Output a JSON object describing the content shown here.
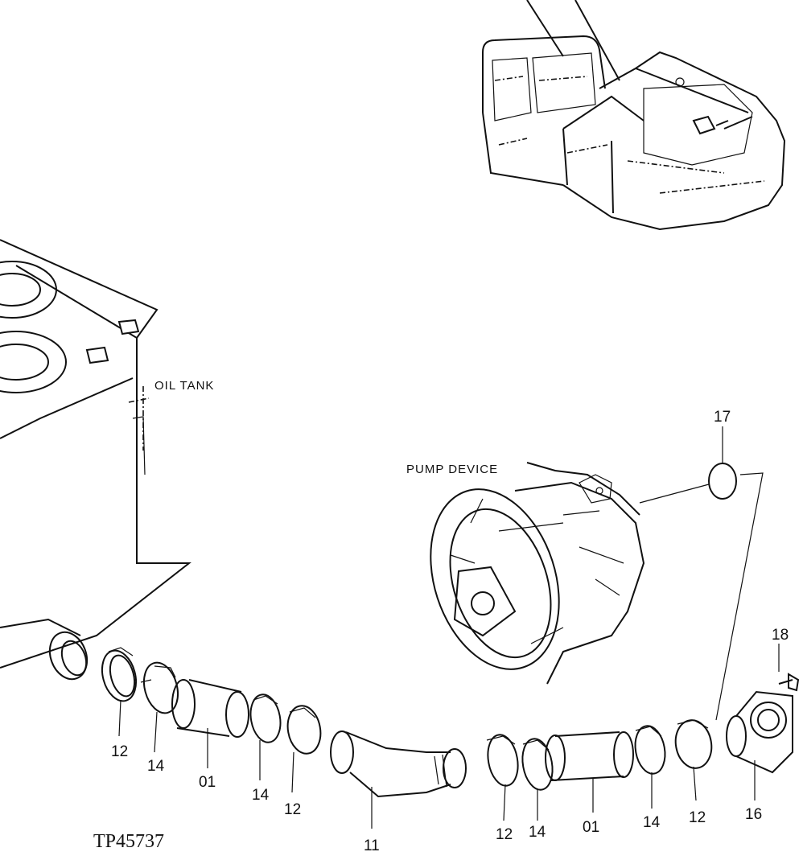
{
  "diagram": {
    "reference_code": "TP45737",
    "captions": {
      "oil_tank": "OIL TANK",
      "pump_device": "PUMP DEVICE"
    },
    "part_labels": [
      {
        "id": "clamp-left-outer",
        "text": "12"
      },
      {
        "id": "clamp-left-inner",
        "text": "14"
      },
      {
        "id": "hose-left",
        "text": "01"
      },
      {
        "id": "clamp-mid-a",
        "text": "14"
      },
      {
        "id": "clamp-mid-b",
        "text": "12"
      },
      {
        "id": "elbow-pipe",
        "text": "11"
      },
      {
        "id": "clamp-right-a",
        "text": "12"
      },
      {
        "id": "clamp-right-b",
        "text": "14"
      },
      {
        "id": "hose-right",
        "text": "01"
      },
      {
        "id": "clamp-right-c",
        "text": "14"
      },
      {
        "id": "clamp-right-d",
        "text": "12"
      },
      {
        "id": "flange-elbow",
        "text": "16"
      },
      {
        "id": "o-ring",
        "text": "17"
      },
      {
        "id": "bolt",
        "text": "18"
      }
    ]
  }
}
